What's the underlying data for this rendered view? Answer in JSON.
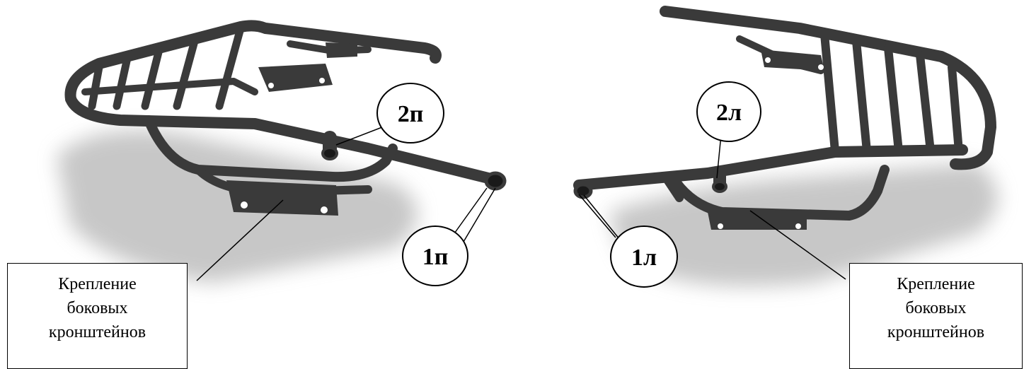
{
  "callouts": {
    "left_top": "2п",
    "left_bottom": "1п",
    "right_top": "2л",
    "right_bottom": "1л"
  },
  "labels": {
    "left": [
      "Крепление",
      "боковых",
      "кронштейнов"
    ],
    "right": [
      "Крепление",
      "боковых",
      "кронштейнов"
    ]
  },
  "colors": {
    "metal": "#3a3a3a",
    "metal_light": "#5a5a5a",
    "shadow": "#d6d6d6",
    "outline": "#000000"
  }
}
